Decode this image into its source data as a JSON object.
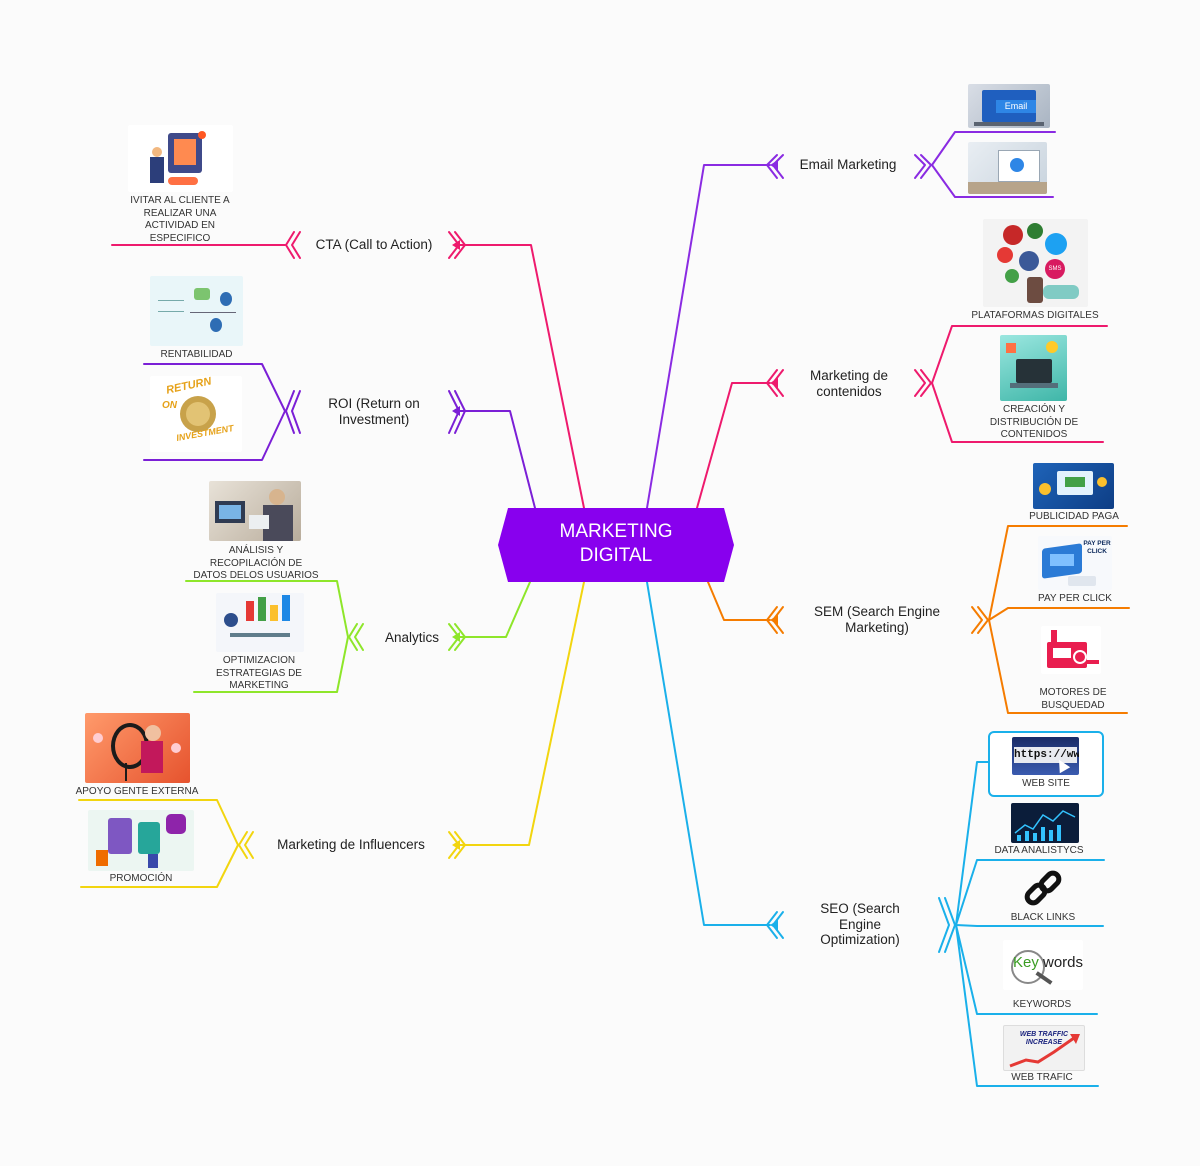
{
  "central": {
    "title_line1": "MARKETING",
    "title_line2": "DIGITAL",
    "color": "#8800ee"
  },
  "branches": {
    "email": {
      "label": "Email Marketing",
      "color": "#8a2be2"
    },
    "contenidos": {
      "line1": "Marketing de",
      "line2": "contenidos",
      "color": "#ee1a6d",
      "leaves": {
        "plataformas": "PLATAFORMAS DIGITALES",
        "creacion_1": "CREACIÓN Y",
        "creacion_2": "DISTRIBUCIÓN DE",
        "creacion_3": "CONTENIDOS"
      }
    },
    "sem": {
      "line1": "SEM (Search Engine",
      "line2": "Marketing)",
      "color": "#f57c00",
      "leaves": {
        "publicidad": "PUBLICIDAD PAGA",
        "ppc": "PAY PER CLICK",
        "motores_1": "MOTORES DE",
        "motores_2": "BUSQUEDAD"
      }
    },
    "seo": {
      "line1": "SEO (Search",
      "line2": "Engine",
      "line3": "Optimization)",
      "color": "#1ab0ea",
      "leaves": {
        "website": "WEB SITE",
        "data": "DATA ANALISTYCS",
        "links": "BLACK LINKS",
        "keywords": "KEYWORDS",
        "trafic": "WEB TRAFIC"
      }
    },
    "cta": {
      "label": "CTA (Call to Action)",
      "color": "#ee1a6d",
      "leaves": {
        "l1": "IVITAR AL CLIENTE A",
        "l2": "REALIZAR UNA",
        "l3": "ACTIVIDAD EN",
        "l4": "ESPECIFICO"
      }
    },
    "roi": {
      "line1": "ROI (Return on",
      "line2": "Investment)",
      "color": "#7b1fd6",
      "leaves": {
        "rentabilidad": "RENTABILIDAD"
      }
    },
    "analytics": {
      "label": "Analytics",
      "color": "#8ee62a",
      "leaves": {
        "a1": "ANÁLISIS Y",
        "a2": "RECOPILACIÓN DE",
        "a3": "DATOS DELOS USUARIOS",
        "o1": "OPTIMIZACION",
        "o2": "ESTRATEGIAS DE",
        "o3": "MARKETING"
      }
    },
    "influencers": {
      "label": "Marketing de Influencers",
      "color": "#f2d50f",
      "leaves": {
        "apoyo": "APOYO GENTE EXTERNA",
        "promocion": "PROMOCIÓN"
      }
    }
  },
  "images": {
    "email_badge": "Email",
    "roi_word1": "RETURN",
    "roi_word2": "ON",
    "roi_word3": "INVESTMENT",
    "ppc_1": "PAY PER",
    "ppc_2": "CLICK",
    "url": "https://www",
    "kw_key": "Key",
    "kw_words": "words",
    "traffic_1": "WEB TRAFFIC",
    "traffic_2": "INCREASE",
    "sms": "SMS"
  }
}
